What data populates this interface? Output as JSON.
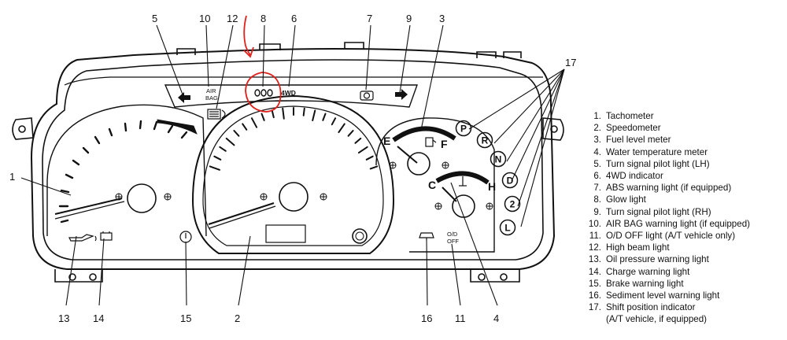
{
  "diagram": {
    "callouts": [
      {
        "num": "5"
      },
      {
        "num": "10"
      },
      {
        "num": "12"
      },
      {
        "num": "8"
      },
      {
        "num": "6"
      },
      {
        "num": "7"
      },
      {
        "num": "9"
      },
      {
        "num": "3"
      },
      {
        "num": "17"
      },
      {
        "num": "1"
      },
      {
        "num": "13"
      },
      {
        "num": "14"
      },
      {
        "num": "15"
      },
      {
        "num": "2"
      },
      {
        "num": "16"
      },
      {
        "num": "11"
      },
      {
        "num": "4"
      }
    ],
    "gauge_labels": {
      "fuel_empty": "E",
      "fuel_full": "F",
      "temp_cold": "C",
      "temp_hot": "H",
      "airbag_line1": "AIR",
      "airbag_line2": "BAG",
      "fourwd": "4WD",
      "od_line1": "O/D",
      "od_line2": "OFF"
    },
    "shift_positions": [
      "P",
      "R",
      "N",
      "D",
      "2",
      "L"
    ],
    "legend": [
      {
        "num": "1.",
        "text": "Tachometer"
      },
      {
        "num": "2.",
        "text": "Speedometer"
      },
      {
        "num": "3.",
        "text": "Fuel level meter"
      },
      {
        "num": "4.",
        "text": "Water temperature meter"
      },
      {
        "num": "5.",
        "text": "Turn signal pilot light (LH)"
      },
      {
        "num": "6.",
        "text": "4WD indicator"
      },
      {
        "num": "7.",
        "text": "ABS warning light (if equipped)"
      },
      {
        "num": "8.",
        "text": "Glow light"
      },
      {
        "num": "9.",
        "text": "Turn signal pilot light (RH)"
      },
      {
        "num": "10.",
        "text": "AIR BAG warning light (if equipped)"
      },
      {
        "num": "11.",
        "text": "O/D OFF light (A/T vehicle only)"
      },
      {
        "num": "12.",
        "text": "High beam light"
      },
      {
        "num": "13.",
        "text": "Oil pressure warning light"
      },
      {
        "num": "14.",
        "text": "Charge warning light"
      },
      {
        "num": "15.",
        "text": "Brake warning light"
      },
      {
        "num": "16.",
        "text": "Sediment level warning light"
      },
      {
        "num": "17.",
        "text": "Shift position indicator"
      }
    ],
    "legend_continuation": "(A/T vehicle, if equipped)",
    "colors": {
      "line": "#111111",
      "annotation": "#e0201b",
      "background": "#ffffff"
    }
  }
}
